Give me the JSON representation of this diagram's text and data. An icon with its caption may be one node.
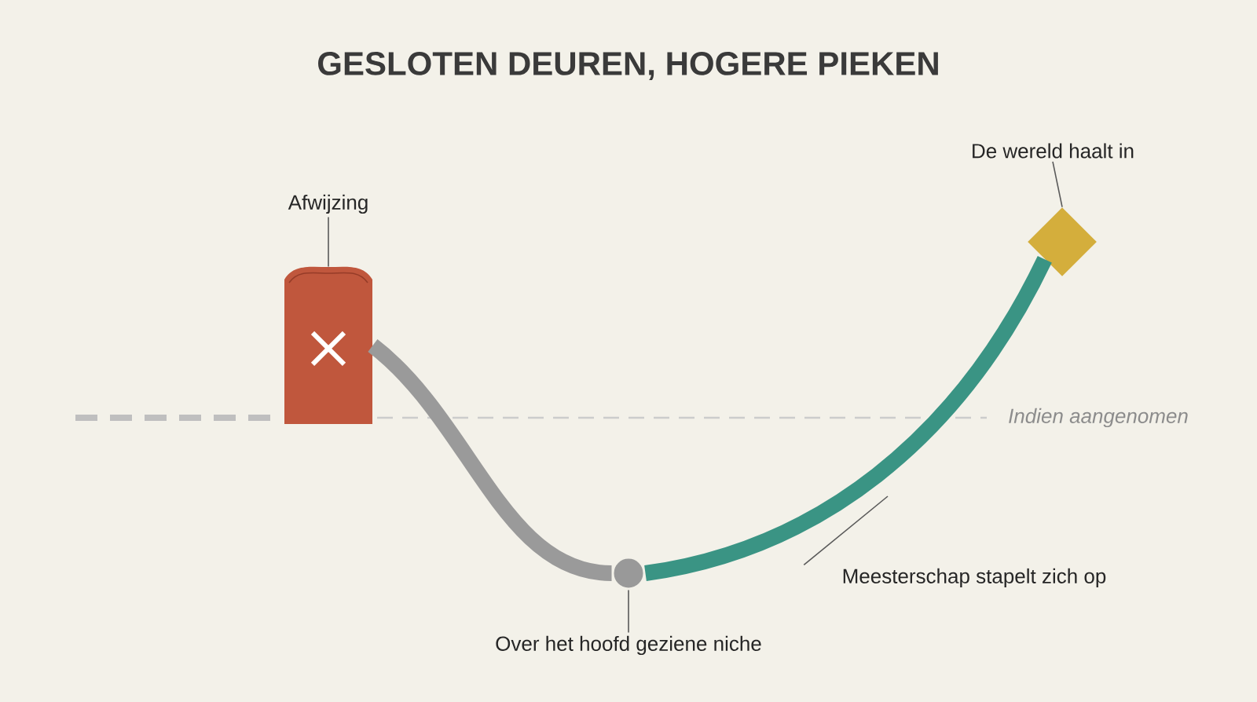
{
  "diagram": {
    "title": "GESLOTEN DEUREN, HOGERE PIEKEN",
    "nodes": [
      {
        "text": [
          "Afwijzing"
        ]
      },
      {
        "text": [],
        "shape": "box"
      },
      {
        "text": [],
        "shape": "circle"
      },
      {
        "text": [
          "Over het hoofd geziene niche"
        ]
      },
      {
        "text": [],
        "shape": "diamond"
      },
      {
        "text": [
          "De wereld haalt in"
        ]
      },
      {
        "text": [
          "Meesterschap stapelt zich op"
        ]
      }
    ],
    "edges": [
      {
        "from": 0,
        "to": 1,
        "arrow": "none"
      },
      {
        "from": 1,
        "to": 2,
        "arrow": "none",
        "style": "thick",
        "color": "#9a9a9a"
      },
      {
        "from": 2,
        "to": 4,
        "arrow": "none",
        "style": "thick",
        "color": "#3a9484"
      },
      {
        "from": 3,
        "to": 2,
        "arrow": "none"
      },
      {
        "from": 5,
        "to": 4,
        "arrow": "none"
      },
      {
        "from": 6,
        "to": null,
        "arrow": "none"
      }
    ],
    "labels": [
      "Indien aangenomen"
    ]
  }
}
